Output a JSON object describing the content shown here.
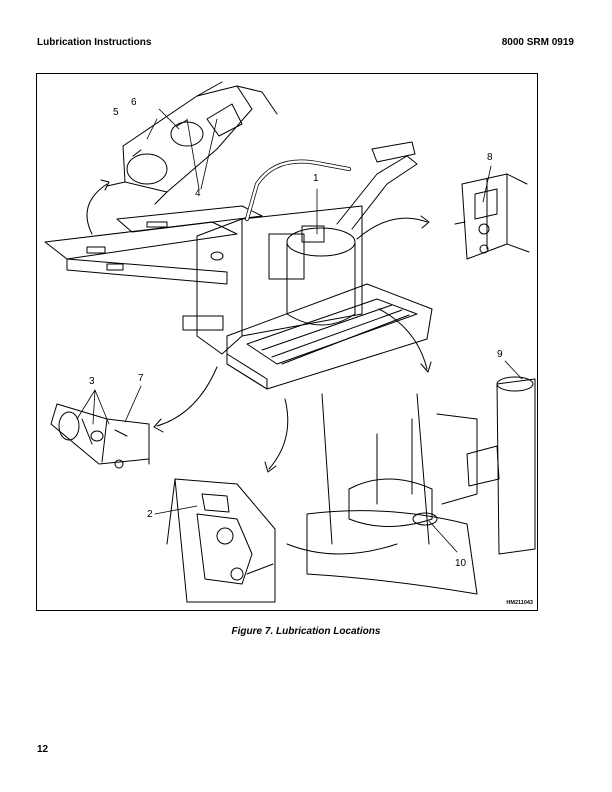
{
  "header": {
    "left": "Lubrication Instructions",
    "right": "8000 SRM 0919"
  },
  "figure": {
    "caption": "Figure 7. Lubrication Locations",
    "id": "HM211043",
    "callouts": [
      "1",
      "2",
      "3",
      "4",
      "5",
      "6",
      "7",
      "8",
      "9",
      "10"
    ]
  },
  "footer": {
    "page_number": "12"
  }
}
